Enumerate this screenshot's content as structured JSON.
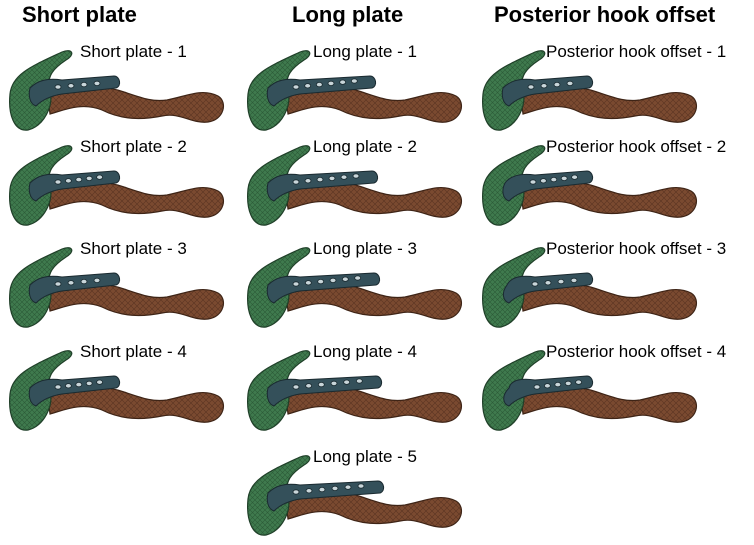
{
  "columns": [
    {
      "header": "Short plate",
      "items": [
        "Short plate - 1",
        "Short plate - 2",
        "Short plate - 3",
        "Short plate - 4"
      ]
    },
    {
      "header": "Long plate",
      "items": [
        "Long plate - 1",
        "Long plate - 2",
        "Long plate - 3",
        "Long plate - 4",
        "Long plate - 5"
      ]
    },
    {
      "header": "Posterior hook offset",
      "items": [
        "Posterior hook offset - 1",
        "Posterior hook offset - 2",
        "Posterior hook offset - 3",
        "Posterior hook offset - 4"
      ]
    }
  ],
  "colors": {
    "bone": "#7a4a30",
    "bone_edge": "#3e2416",
    "scapula": "#3f7a4e",
    "scapula_edge": "#1f3f28",
    "plate": "#34505a",
    "plate_edge": "#1a2a30",
    "screw": "#c9d6da"
  }
}
